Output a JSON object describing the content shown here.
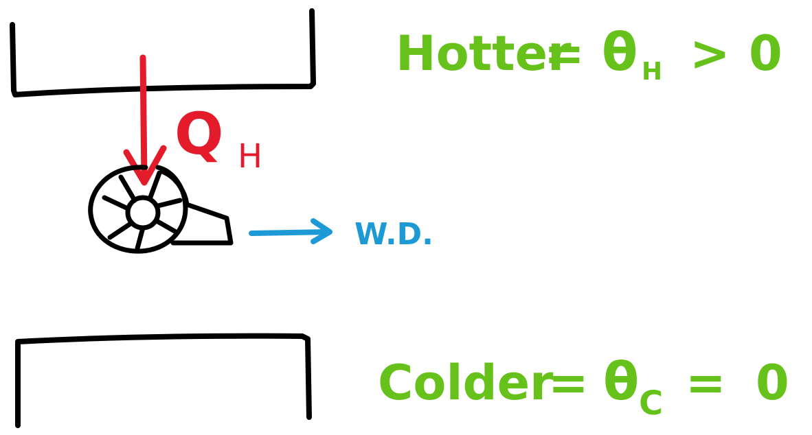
{
  "colors": {
    "reservoir": "#000000",
    "heat_flow": "#e31b2b",
    "work": "#1d9ad6",
    "labels": "#66c21a",
    "background": "#ffffff"
  },
  "hot_reservoir": {
    "label_word": "Hotter",
    "equals": "=",
    "symbol": "θ",
    "subscript": "H",
    "relation": ">",
    "value": "0"
  },
  "cold_reservoir": {
    "label_word": "Colder",
    "equals": "=",
    "symbol": "θ",
    "subscript": "C",
    "relation": "=",
    "value": "0"
  },
  "heat_input": {
    "symbol": "Q",
    "subscript": "H"
  },
  "work_output": {
    "label": "W.D."
  },
  "icons": [
    "engine-icon",
    "heat-arrow-icon",
    "work-arrow-icon"
  ]
}
